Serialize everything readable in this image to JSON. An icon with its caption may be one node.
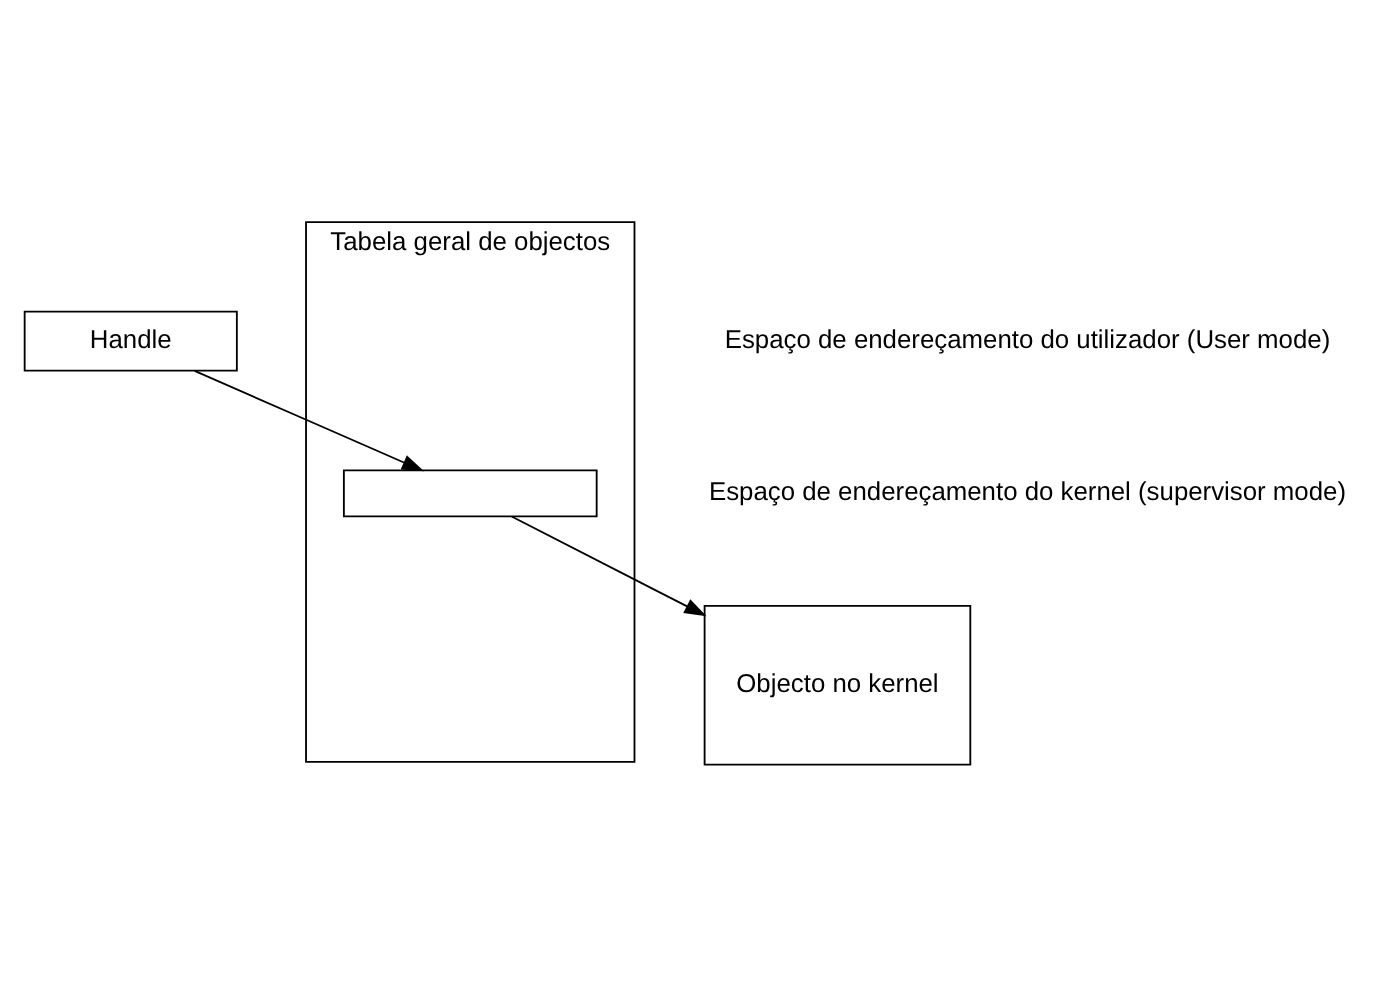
{
  "diagram": {
    "nodes": [
      {
        "text": [
          "Handle"
        ]
      },
      {
        "text": [
          "Tabela geral de objectos"
        ]
      },
      {
        "text": [],
        "shape": "box",
        "in": 1
      },
      {
        "text": [
          "Objecto no kernel"
        ]
      }
    ],
    "edges": [
      {
        "from": 0,
        "to": 2,
        "arrow": "to"
      },
      {
        "from": 2,
        "to": 3,
        "arrow": "to"
      }
    ],
    "labels": [
      "Espaço de endereçamento do utilizador (User mode)",
      "Espaço de endereçamento do kernel (supervisor mode)"
    ]
  }
}
